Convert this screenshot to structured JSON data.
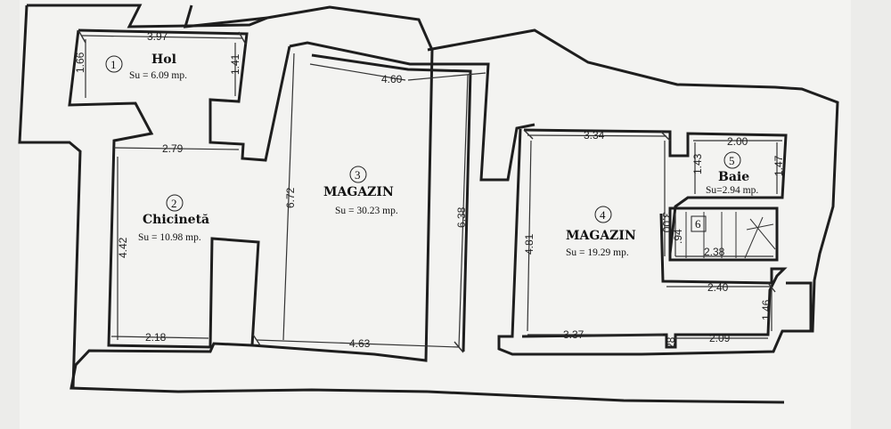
{
  "rooms": [
    {
      "num": "1",
      "name": "Hol",
      "area": "Su = 6.09 mp."
    },
    {
      "num": "2",
      "name": "Chicinetă",
      "area": "Su = 10.98 mp."
    },
    {
      "num": "3",
      "name": "MAGAZIN",
      "area": "Su = 30.23 mp."
    },
    {
      "num": "4",
      "name": "MAGAZIN",
      "area": "Su = 19.29 mp."
    },
    {
      "num": "5",
      "name": "Baie",
      "area": "Su=2.94 mp."
    },
    {
      "num": "6"
    }
  ],
  "dimensions": {
    "hol_width": "3.97",
    "hol_left_height": "1.66",
    "hol_right_height": "1.41",
    "chicineta_top": "2.79",
    "chicineta_height": "4.42",
    "chicineta_bottom": "2.18",
    "magazin3_top": "4.60",
    "magazin3_left": "6.72",
    "magazin3_right": "6.38",
    "magazin3_bottom": "4.63",
    "magazin4_top": "3.34",
    "magazin4_left": "4.81",
    "magazin4_inner": "3.00",
    "magazin4_bottom": "3.37",
    "baie_top": "2.00",
    "baie_left": "1.43",
    "baie_right": "1.47",
    "stair_height": ".94",
    "stair_width": "2.38",
    "corridor_width": "2.40",
    "corridor_height": "1.46",
    "door": "28",
    "bottom_right": "2.09"
  }
}
